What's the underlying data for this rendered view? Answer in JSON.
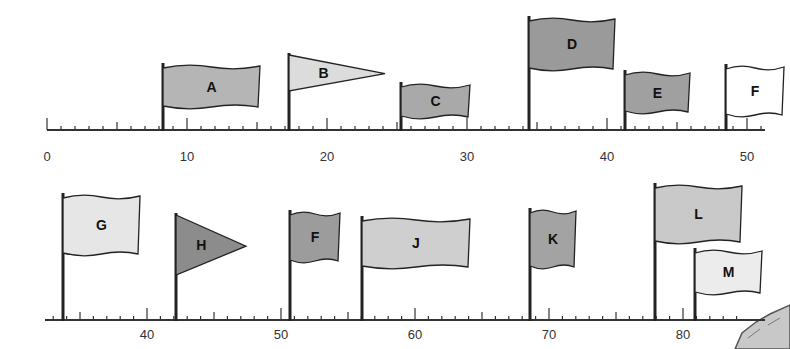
{
  "diagram": {
    "nodes": [
      {
        "text": [
          "A"
        ]
      },
      {
        "text": [
          "B"
        ]
      },
      {
        "text": [
          "C"
        ]
      },
      {
        "text": [
          "D"
        ]
      },
      {
        "text": [
          "E"
        ]
      },
      {
        "text": [
          "F"
        ]
      },
      {
        "text": [
          "G"
        ]
      },
      {
        "text": [
          "H"
        ]
      },
      {
        "text": [
          "F"
        ]
      },
      {
        "text": [
          "J"
        ]
      },
      {
        "text": [
          "K"
        ]
      },
      {
        "text": [
          "L"
        ]
      },
      {
        "text": [
          "M"
        ]
      }
    ],
    "labels": [
      "0",
      "10",
      "20",
      "30",
      "40",
      "50",
      "40",
      "50",
      "60",
      "70",
      "80"
    ]
  }
}
